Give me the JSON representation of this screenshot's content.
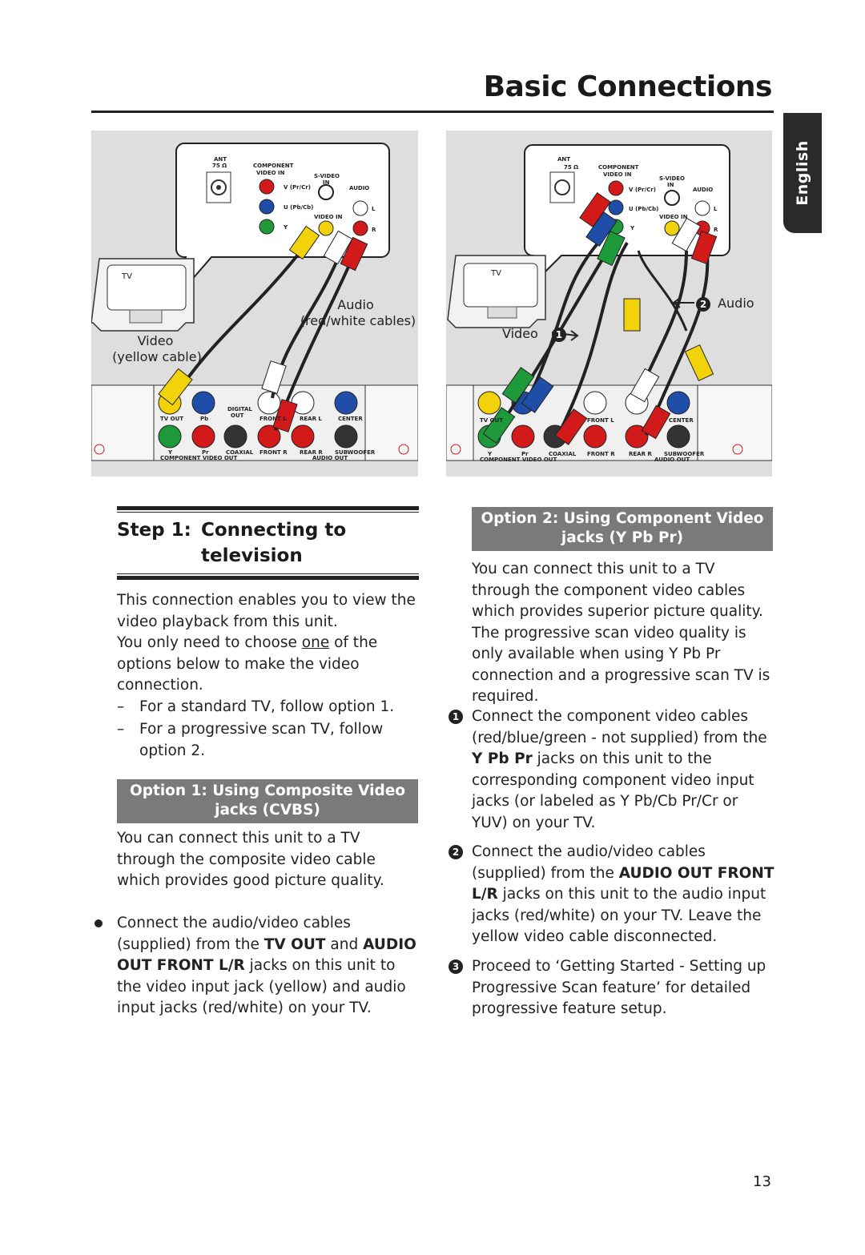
{
  "header": {
    "title": "Basic Connections",
    "language_tab": "English"
  },
  "figure_left": {
    "tv_label": "TV",
    "audio_caption": "Audio",
    "audio_caption2": "(red/white cables)",
    "video_caption": "Video",
    "video_caption2": "(yellow cable)",
    "panel_labels": {
      "ant": "ANT",
      "ohm": "75 Ω",
      "component": "COMPONENT",
      "video_in": "VIDEO IN",
      "svideo": "S-VIDEO",
      "in": "IN",
      "audio": "AUDIO",
      "video_in2": "VIDEO IN",
      "v": "V (Pr/Cr)",
      "u": "U (Pb/Cb)",
      "y": "Y",
      "l": "L",
      "r": "R"
    },
    "back_labels": {
      "tv_out": "TV OUT",
      "pb": "Pb",
      "digital": "DIGITAL",
      "out": "OUT",
      "front_l": "FRONT L",
      "rear_l": "REAR L",
      "center": "CENTER",
      "y": "Y",
      "pr": "Pr",
      "coaxial": "COAXIAL",
      "front_r": "FRONT R",
      "rear_r": "REAR R",
      "subwoofer": "SUBWOOFER",
      "component_video_out": "COMPONENT VIDEO OUT",
      "audio_out": "AUDIO OUT"
    }
  },
  "figure_right": {
    "tv_label": "TV",
    "audio_caption": "Audio",
    "audio_num": "2",
    "video_caption": "Video",
    "video_num": "1"
  },
  "step": {
    "label": "Step 1:",
    "title_line1": "Connecting to",
    "title_line2": "television",
    "intro1": "This connection enables you to view the video playback from this unit.",
    "intro2_pre": "You only need to choose ",
    "intro2_em": "one",
    "intro2_post": " of the options below to make the video connection.",
    "dash1": "For a standard TV, follow option 1.",
    "dash2": "For a progressive scan TV, follow option 2."
  },
  "option1": {
    "band_line1": "Option 1:   Using Composite Video",
    "band_line2": "jacks (CVBS)",
    "desc": "You can connect this unit to a TV through the composite video cable which provides good picture quality.",
    "bullet_pre": "Connect the audio/video cables (supplied) from the ",
    "bullet_b1": "TV OUT",
    "bullet_mid": " and ",
    "bullet_b2": "AUDIO OUT FRONT L/R",
    "bullet_post": " jacks on this unit to the video input jack (yellow) and audio input jacks (red/white) on your TV."
  },
  "option2": {
    "band_line1": "Option 2:   Using Component Video",
    "band_line2": "jacks (Y Pb Pr)",
    "desc": "You can connect this unit to a TV through the component video cables which provides superior picture quality. The progressive scan video quality is only available when using Y Pb Pr connection and a progressive scan TV is required.",
    "step1_num": "1",
    "step1_pre": "Connect the component video cables (red/blue/green - not supplied) from the ",
    "step1_b": "Y Pb Pr",
    "step1_post": " jacks on this unit to the corresponding component video input jacks (or labeled as Y Pb/Cb Pr/Cr or YUV) on your TV.",
    "step2_num": "2",
    "step2_pre": "Connect the audio/video cables (supplied) from the ",
    "step2_b": "AUDIO OUT FRONT L/R",
    "step2_post": " jacks on this unit to the audio input jacks (red/white) on your TV. Leave the yellow video cable disconnected.",
    "step3_num": "3",
    "step3_text": "Proceed to ‘Getting Started - Setting up Progressive Scan feature’ for detailed progressive feature setup."
  },
  "page_number": "13"
}
